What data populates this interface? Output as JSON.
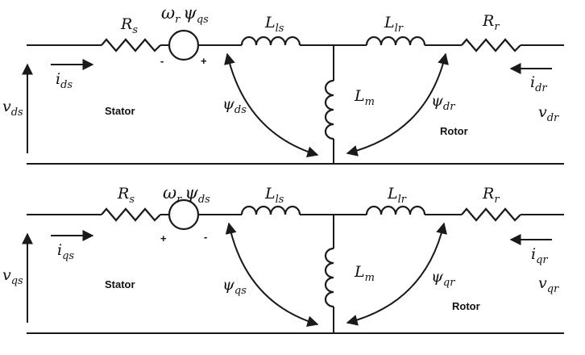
{
  "d_axis": {
    "rs": {
      "main": "R",
      "sub": "s"
    },
    "source": {
      "omega": "ω",
      "omega_sub": "r",
      "psi": "ψ",
      "psi_sub": "qs"
    },
    "sign_left": "-",
    "sign_right": "+",
    "lls": {
      "main": "L",
      "sub": "ls"
    },
    "llr": {
      "main": "L",
      "sub": "lr"
    },
    "rr": {
      "main": "R",
      "sub": "r"
    },
    "lm": {
      "main": "L",
      "sub": "m"
    },
    "i_s": {
      "main": "i",
      "sub": "ds"
    },
    "i_r": {
      "main": "i",
      "sub": "dr"
    },
    "v_s": {
      "main": "v",
      "sub": "ds"
    },
    "v_r": {
      "main": "v",
      "sub": "dr"
    },
    "psi_s": {
      "main": "ψ",
      "sub": "ds"
    },
    "psi_r": {
      "main": "ψ",
      "sub": "dr"
    },
    "stator": "Stator",
    "rotor": "Rotor"
  },
  "q_axis": {
    "rs": {
      "main": "R",
      "sub": "s"
    },
    "source": {
      "omega": "ω",
      "omega_sub": "r",
      "psi": "ψ",
      "psi_sub": "ds"
    },
    "sign_left": "+",
    "sign_right": "-",
    "lls": {
      "main": "L",
      "sub": "ls"
    },
    "llr": {
      "main": "L",
      "sub": "lr"
    },
    "rr": {
      "main": "R",
      "sub": "r"
    },
    "lm": {
      "main": "L",
      "sub": "m"
    },
    "i_s": {
      "main": "i",
      "sub": "qs"
    },
    "i_r": {
      "main": "i",
      "sub": "qr"
    },
    "v_s": {
      "main": "v",
      "sub": "qs"
    },
    "v_r": {
      "main": "v",
      "sub": "qr"
    },
    "psi_s": {
      "main": "ψ",
      "sub": "qs"
    },
    "psi_r": {
      "main": "ψ",
      "sub": "qr"
    },
    "stator": "Stator",
    "rotor": "Rotor"
  }
}
